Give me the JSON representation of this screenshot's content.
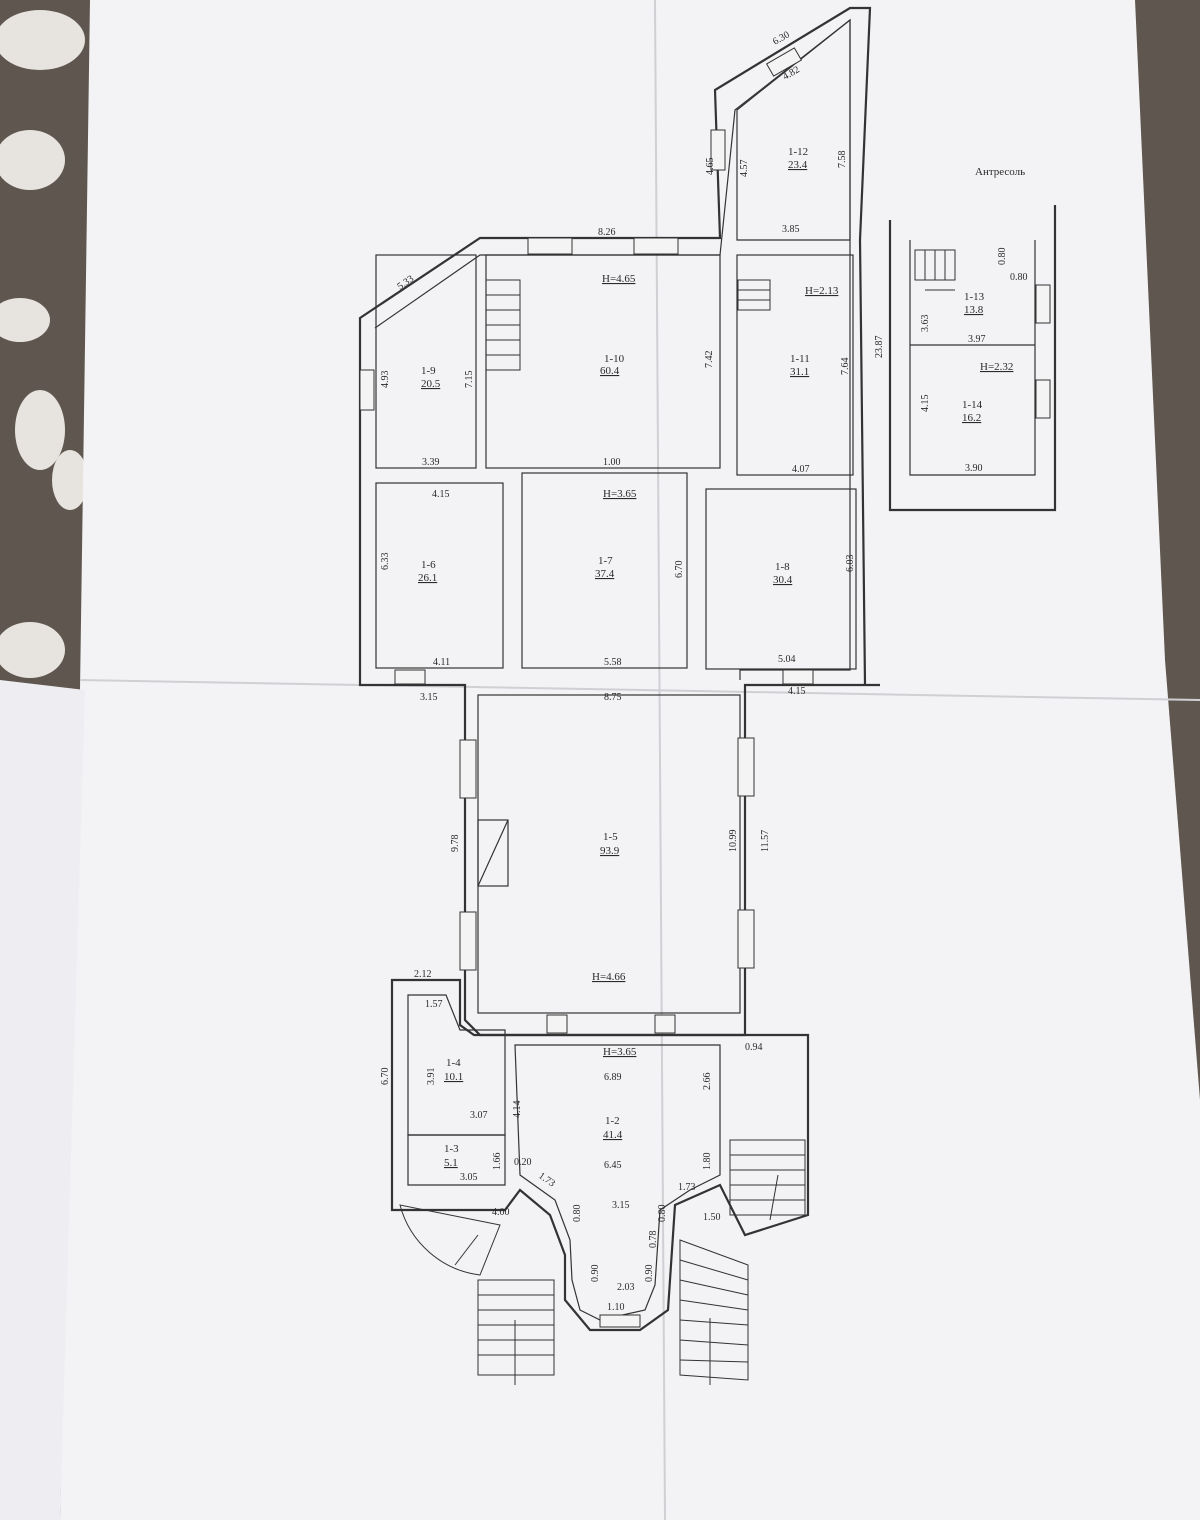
{
  "mezzanine": {
    "title": "Антресоль",
    "rooms": [
      {
        "id": "1-13",
        "area": "13.8"
      },
      {
        "id": "1-14",
        "area": "16.2"
      }
    ],
    "height": "H=2.32",
    "dims": {
      "d1": "0.80",
      "d2": "0.80",
      "d3": "3.63",
      "d4": "3.97",
      "d5": "4.15",
      "d6": "3.90"
    }
  },
  "rooms": [
    {
      "id": "1-2",
      "area": "41.4"
    },
    {
      "id": "1-3",
      "area": "5.1"
    },
    {
      "id": "1-4",
      "area": "10.1"
    },
    {
      "id": "1-5",
      "area": "93.9"
    },
    {
      "id": "1-6",
      "area": "26.1"
    },
    {
      "id": "1-7",
      "area": "37.4"
    },
    {
      "id": "1-8",
      "area": "30.4"
    },
    {
      "id": "1-9",
      "area": "20.5"
    },
    {
      "id": "1-10",
      "area": "60.4"
    },
    {
      "id": "1-11",
      "area": "31.1"
    },
    {
      "id": "1-12",
      "area": "23.4"
    }
  ],
  "heights": {
    "h10": "H=4.65",
    "h11": "H=2.13",
    "h7": "H=3.65",
    "h5": "H=4.66",
    "h2": "H=3.65"
  },
  "dims": {
    "d630": "6.30",
    "d482": "4.82",
    "d465": "4.65",
    "d457": "4.57",
    "d758": "7.58",
    "d385": "3.85",
    "d826": "8.26",
    "d533": "5.33",
    "d493": "4.93",
    "d715": "7.15",
    "d742": "7.42",
    "d764": "7.64",
    "d2387": "23.87",
    "d339": "3.39",
    "d100": "1.00",
    "d407": "4.07",
    "d415a": "4.15",
    "d633": "6.33",
    "d670a": "6.70",
    "d603": "6.03",
    "d411": "4.11",
    "d558": "5.58",
    "d504": "5.04",
    "d315a": "3.15",
    "d875": "8.75",
    "d415b": "4.15",
    "d978": "9.78",
    "d1099": "10.99",
    "d1157": "11.57",
    "d212": "2.12",
    "d157": "1.57",
    "d094": "0.94",
    "d670b": "6.70",
    "d391": "3.91",
    "d689": "6.89",
    "d266": "2.66",
    "d307": "3.07",
    "d414": "4.14",
    "d166": "1.66",
    "d645": "6.45",
    "d020": "0.20",
    "d173a": "1.73",
    "d180": "1.80",
    "d305": "3.05",
    "d173b": "1.73",
    "d080a": "0.80",
    "d315b": "3.15",
    "d080b": "0.80",
    "d400": "4.00",
    "d150": "1.50",
    "d078": "0.78",
    "d090a": "0.90",
    "d090b": "0.90",
    "d203": "2.03",
    "d110": "1.10"
  }
}
